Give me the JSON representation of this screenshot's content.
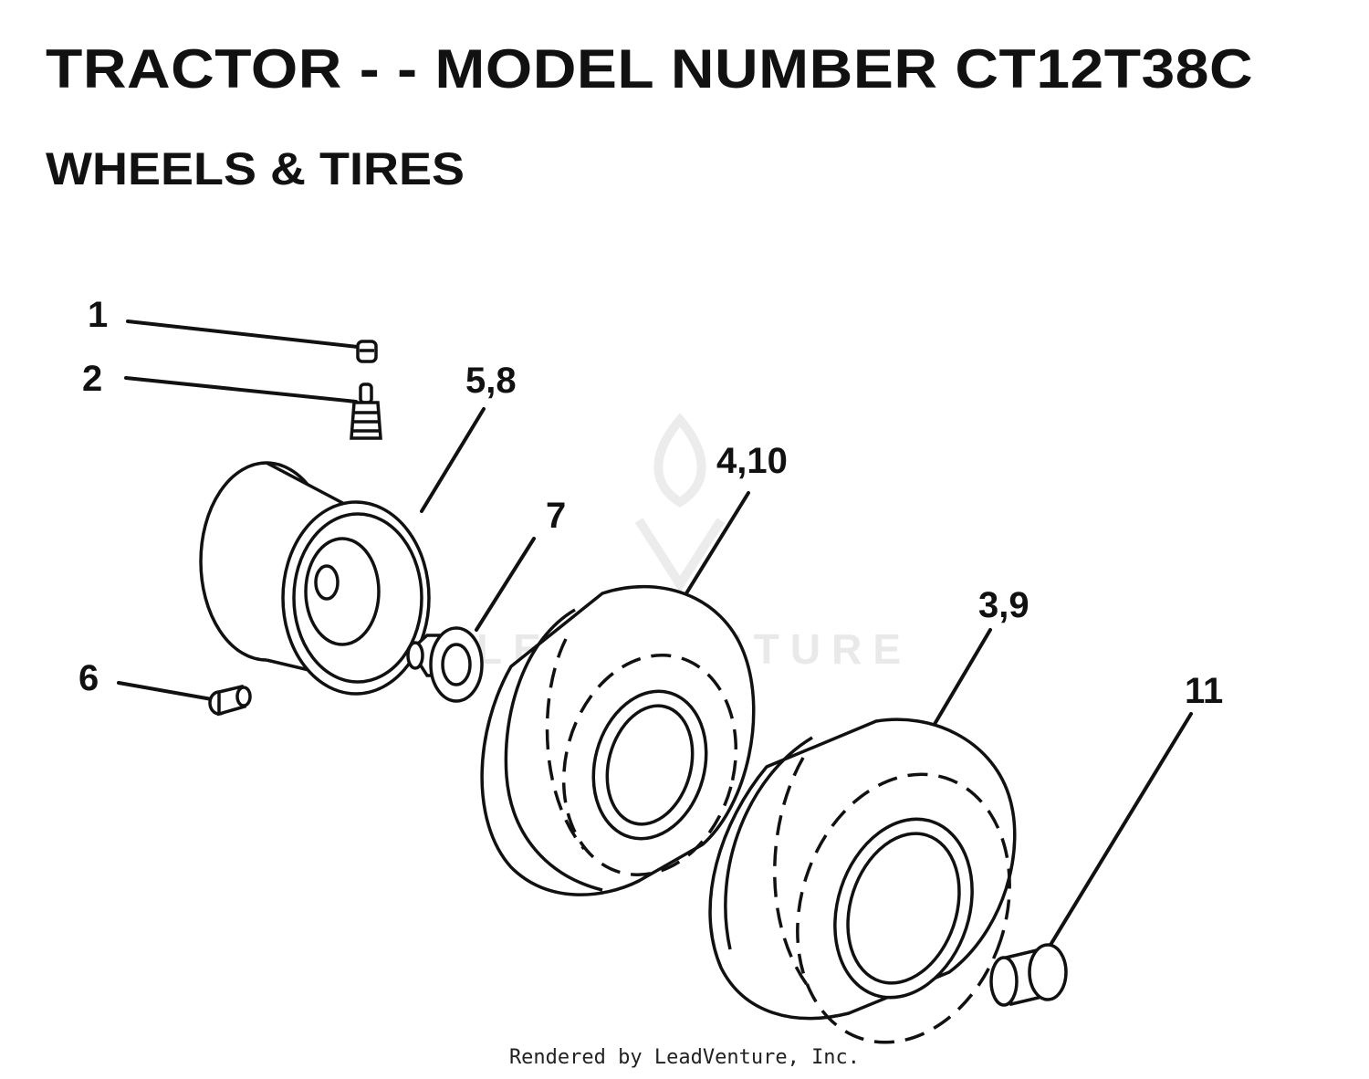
{
  "header": {
    "title": "TRACTOR - - MODEL NUMBER CT12T38C",
    "subtitle": "WHEELS & TIRES"
  },
  "diagram": {
    "callouts": [
      {
        "id": "1",
        "label": "1",
        "part": "valve-cap"
      },
      {
        "id": "2",
        "label": "2",
        "part": "valve-stem"
      },
      {
        "id": "5_8",
        "label": "5,8",
        "part": "rim"
      },
      {
        "id": "4_10",
        "label": "4,10",
        "part": "front-tire"
      },
      {
        "id": "7",
        "label": "7",
        "part": "bushing"
      },
      {
        "id": "3_9",
        "label": "3,9",
        "part": "rear-tire"
      },
      {
        "id": "6",
        "label": "6",
        "part": "grease-fitting"
      },
      {
        "id": "11",
        "label": "11",
        "part": "hub-cap"
      }
    ],
    "watermark": {
      "text": "LEADVENTURE",
      "icon": "flame-v-logo"
    },
    "line_color": "#111111"
  },
  "footer": {
    "credit": "Rendered by LeadVenture, Inc."
  }
}
